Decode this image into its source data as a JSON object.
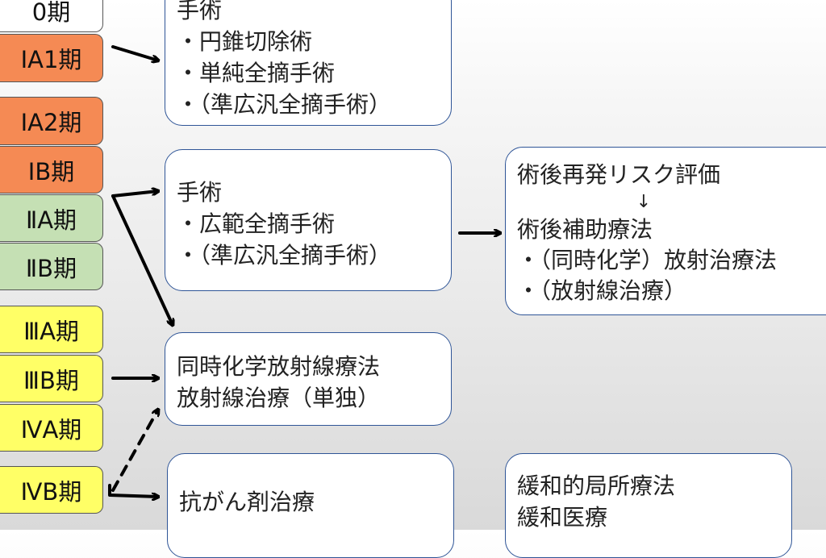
{
  "stages": [
    {
      "label": "0期",
      "color": "#ffffff"
    },
    {
      "label": "ⅠA1期",
      "color": "#f58a54"
    },
    {
      "label": "ⅠA2期",
      "color": "#f58a54"
    },
    {
      "label": "ⅠB期",
      "color": "#f58a54"
    },
    {
      "label": "ⅡA期",
      "color": "#c5e0b4"
    },
    {
      "label": "ⅡB期",
      "color": "#c5e0b4"
    },
    {
      "label": "ⅢA期",
      "color": "#ffff66"
    },
    {
      "label": "ⅢB期",
      "color": "#ffff66"
    },
    {
      "label": "ⅣA期",
      "color": "#ffff66"
    },
    {
      "label": "ⅣB期",
      "color": "#ffff66"
    }
  ],
  "boxes": {
    "surgery_early": {
      "title": "手術",
      "items": [
        "・円錐切除術",
        "・単純全摘手術",
        "・（準広汎全摘手術）"
      ]
    },
    "surgery_radical": {
      "title": "手術",
      "items": [
        "・広範全摘手術",
        "・（準広汎全摘手術）"
      ]
    },
    "adjuvant": {
      "title": "術後再発リスク評価",
      "down_arrow": "↓",
      "subtitle": "術後補助療法",
      "items": [
        "・（同時化学）放射治療法",
        "・（放射線治療）"
      ]
    },
    "radiation": {
      "lines": [
        "同時化学放射線療法",
        "放射線治療（単独）"
      ]
    },
    "chemo": {
      "lines": [
        "抗がん剤治療"
      ]
    },
    "palliative": {
      "lines": [
        "緩和的局所療法",
        "緩和医療"
      ]
    }
  },
  "colors": {
    "box_border": "#2f5597",
    "arrow": "#000000"
  }
}
